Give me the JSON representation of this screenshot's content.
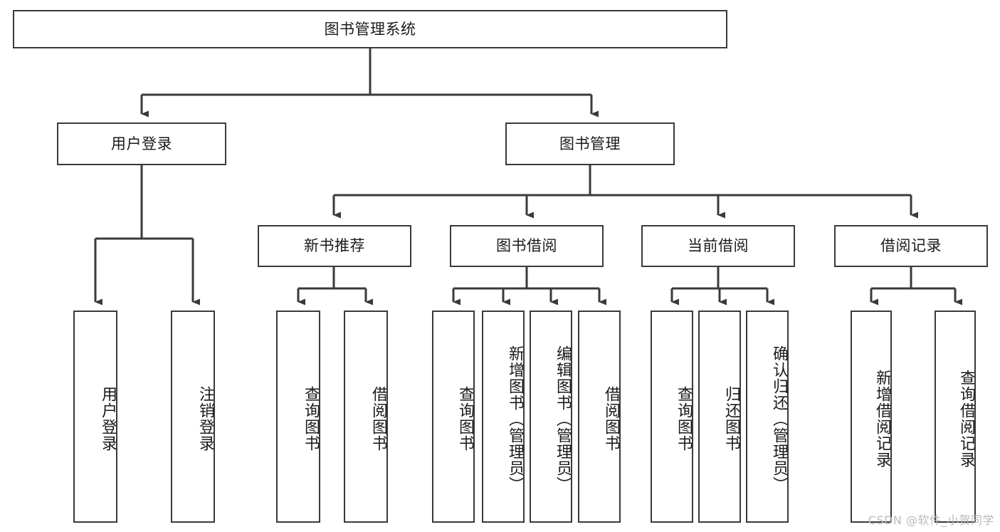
{
  "diagram": {
    "title": "图书管理系统",
    "type": "tree-hierarchy-chart",
    "watermark": "CSDN @软件_小贺同学",
    "colors": {
      "stroke": "#3a3a3a",
      "fill": "#ffffff",
      "text": "#1b1b1b",
      "watermark": "#b9b9b9"
    },
    "levels": {
      "root": {
        "label": "图书管理系统"
      },
      "level2": [
        {
          "id": "user-login",
          "label": "用户登录"
        },
        {
          "id": "book-manage",
          "label": "图书管理"
        }
      ],
      "level3": [
        {
          "id": "new-book-rec",
          "label": "新书推荐",
          "parent": "book-manage"
        },
        {
          "id": "book-borrow",
          "label": "图书借阅",
          "parent": "book-manage"
        },
        {
          "id": "current-borrow",
          "label": "当前借阅",
          "parent": "book-manage"
        },
        {
          "id": "borrow-record",
          "label": "借阅记录",
          "parent": "book-manage"
        }
      ],
      "leaves": [
        {
          "id": "leaf-user-login",
          "label": "用户登录",
          "parent": "user-login"
        },
        {
          "id": "leaf-user-logout",
          "label": "注销登录",
          "parent": "user-login"
        },
        {
          "id": "leaf-query-book-1",
          "label": "查询图书",
          "parent": "new-book-rec"
        },
        {
          "id": "leaf-borrow-book-1",
          "label": "借阅图书",
          "parent": "new-book-rec"
        },
        {
          "id": "leaf-query-book-2",
          "label": "查询图书",
          "parent": "book-borrow"
        },
        {
          "id": "leaf-add-book",
          "label": "新增图书（管理员）",
          "parent": "book-borrow"
        },
        {
          "id": "leaf-edit-book",
          "label": "编辑图书（管理员）",
          "parent": "book-borrow"
        },
        {
          "id": "leaf-borrow-book-2",
          "label": "借阅图书",
          "parent": "book-borrow"
        },
        {
          "id": "leaf-query-book-3",
          "label": "查询图书",
          "parent": "current-borrow"
        },
        {
          "id": "leaf-return-book",
          "label": "归还图书",
          "parent": "current-borrow"
        },
        {
          "id": "leaf-confirm-return",
          "label": "确认归还（管理员）",
          "parent": "current-borrow"
        },
        {
          "id": "leaf-add-record",
          "label": "新增借阅记录",
          "parent": "borrow-record"
        },
        {
          "id": "leaf-query-record",
          "label": "查询借阅记录",
          "parent": "borrow-record"
        }
      ]
    }
  }
}
